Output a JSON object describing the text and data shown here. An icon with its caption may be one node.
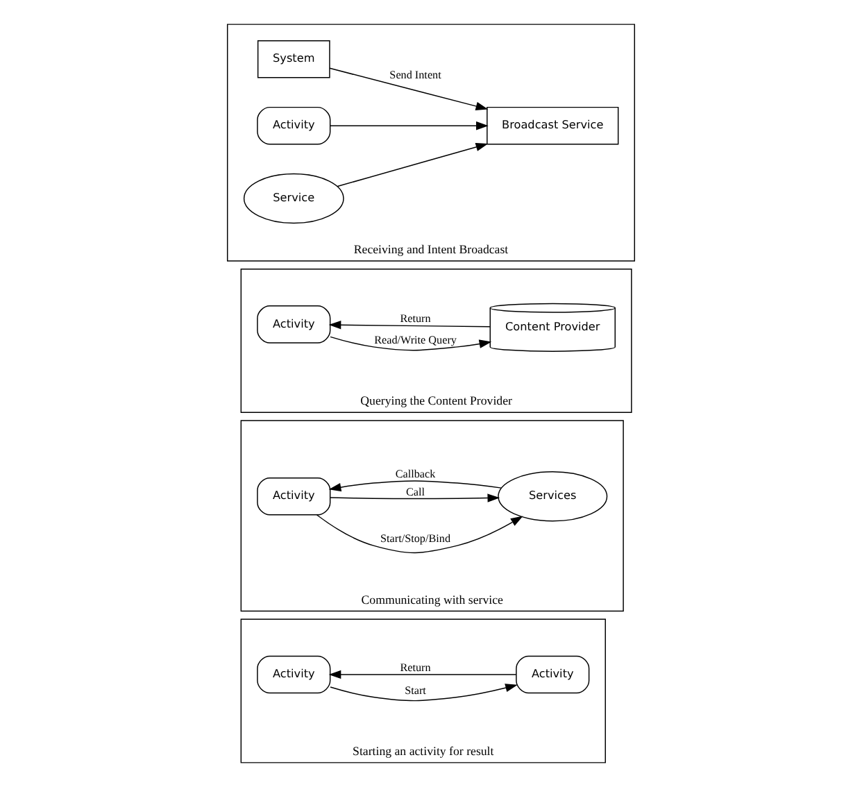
{
  "diagram": {
    "nodes": [
      {
        "text": [
          "Starting an activity for result"
        ]
      },
      {
        "text": [
          "Activity"
        ],
        "in": 0
      },
      {
        "text": [
          "Activity"
        ],
        "in": 0
      },
      {
        "text": [
          "Communicating with service"
        ]
      },
      {
        "text": [
          "Activity"
        ],
        "in": 3
      },
      {
        "text": [
          "Services"
        ],
        "in": 3
      },
      {
        "text": [
          "Querying the Content Provider"
        ]
      },
      {
        "text": [
          "Activity"
        ],
        "in": 6
      },
      {
        "text": [
          "Content Provider"
        ],
        "in": 6
      },
      {
        "text": [
          "Receiving and Intent Broadcast"
        ]
      },
      {
        "text": [
          "System"
        ],
        "in": 9
      },
      {
        "text": [
          "Activity"
        ],
        "in": 9
      },
      {
        "text": [
          "Service"
        ],
        "in": 9
      },
      {
        "text": [
          "Broadcast Service"
        ],
        "in": 9
      }
    ],
    "edges": [
      {
        "from": 1,
        "to": 2,
        "arrow": "to",
        "label": "Start"
      },
      {
        "from": 2,
        "to": 1,
        "arrow": "to",
        "label": "Return"
      },
      {
        "from": 4,
        "to": 5,
        "arrow": "to",
        "label": "Start/Stop/Bind"
      },
      {
        "from": 4,
        "to": 5,
        "arrow": "to",
        "label": "Call"
      },
      {
        "from": 5,
        "to": 4,
        "arrow": "to",
        "label": "Callback"
      },
      {
        "from": 7,
        "to": 8,
        "arrow": "to",
        "label": "Read/Write Query"
      },
      {
        "from": 8,
        "to": 7,
        "arrow": "to",
        "label": "Return"
      },
      {
        "from": 10,
        "to": 13,
        "arrow": "to",
        "label": "Send Intent"
      },
      {
        "from": 11,
        "to": 13,
        "arrow": "to"
      },
      {
        "from": 12,
        "to": 13,
        "arrow": "to"
      }
    ]
  }
}
